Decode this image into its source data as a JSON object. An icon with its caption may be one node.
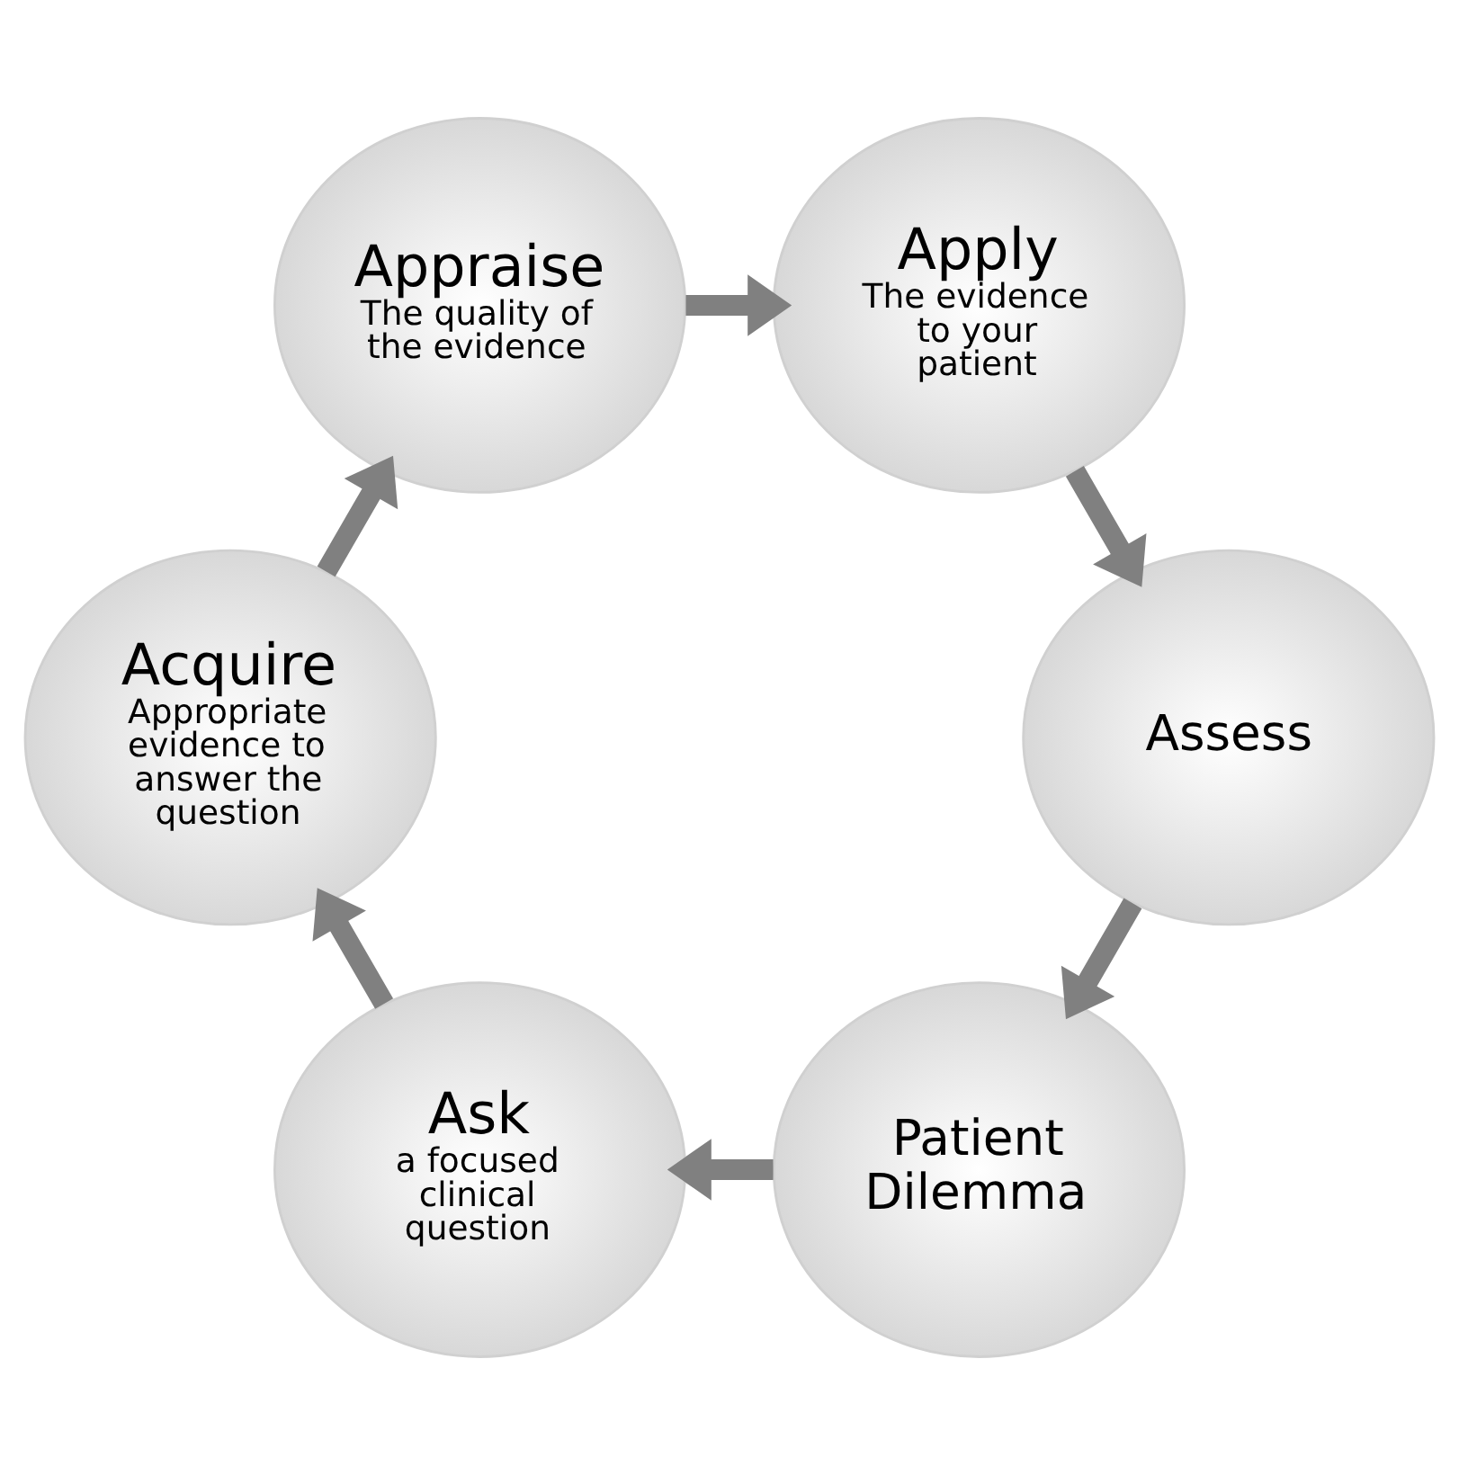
{
  "diagram": {
    "nodes": [
      {
        "text": [
          "Patient Dilemma"
        ]
      },
      {
        "text": [
          "Ask",
          "a focused clinical question"
        ]
      },
      {
        "text": [
          "Acquire",
          "Appropriate evidence to answer the question"
        ]
      },
      {
        "text": [
          "Appraise",
          "The quality of the evidence"
        ]
      },
      {
        "text": [
          "Apply",
          "The evidence to your patient"
        ]
      },
      {
        "text": [
          "Assess"
        ]
      }
    ],
    "edges": [
      {
        "from": 0,
        "to": 1,
        "arrow": "to"
      },
      {
        "from": 1,
        "to": 2,
        "arrow": "to"
      },
      {
        "from": 2,
        "to": 3,
        "arrow": "to"
      },
      {
        "from": 3,
        "to": 4,
        "arrow": "to"
      },
      {
        "from": 4,
        "to": 5,
        "arrow": "to"
      },
      {
        "from": 5,
        "to": 0,
        "arrow": "to"
      }
    ]
  }
}
